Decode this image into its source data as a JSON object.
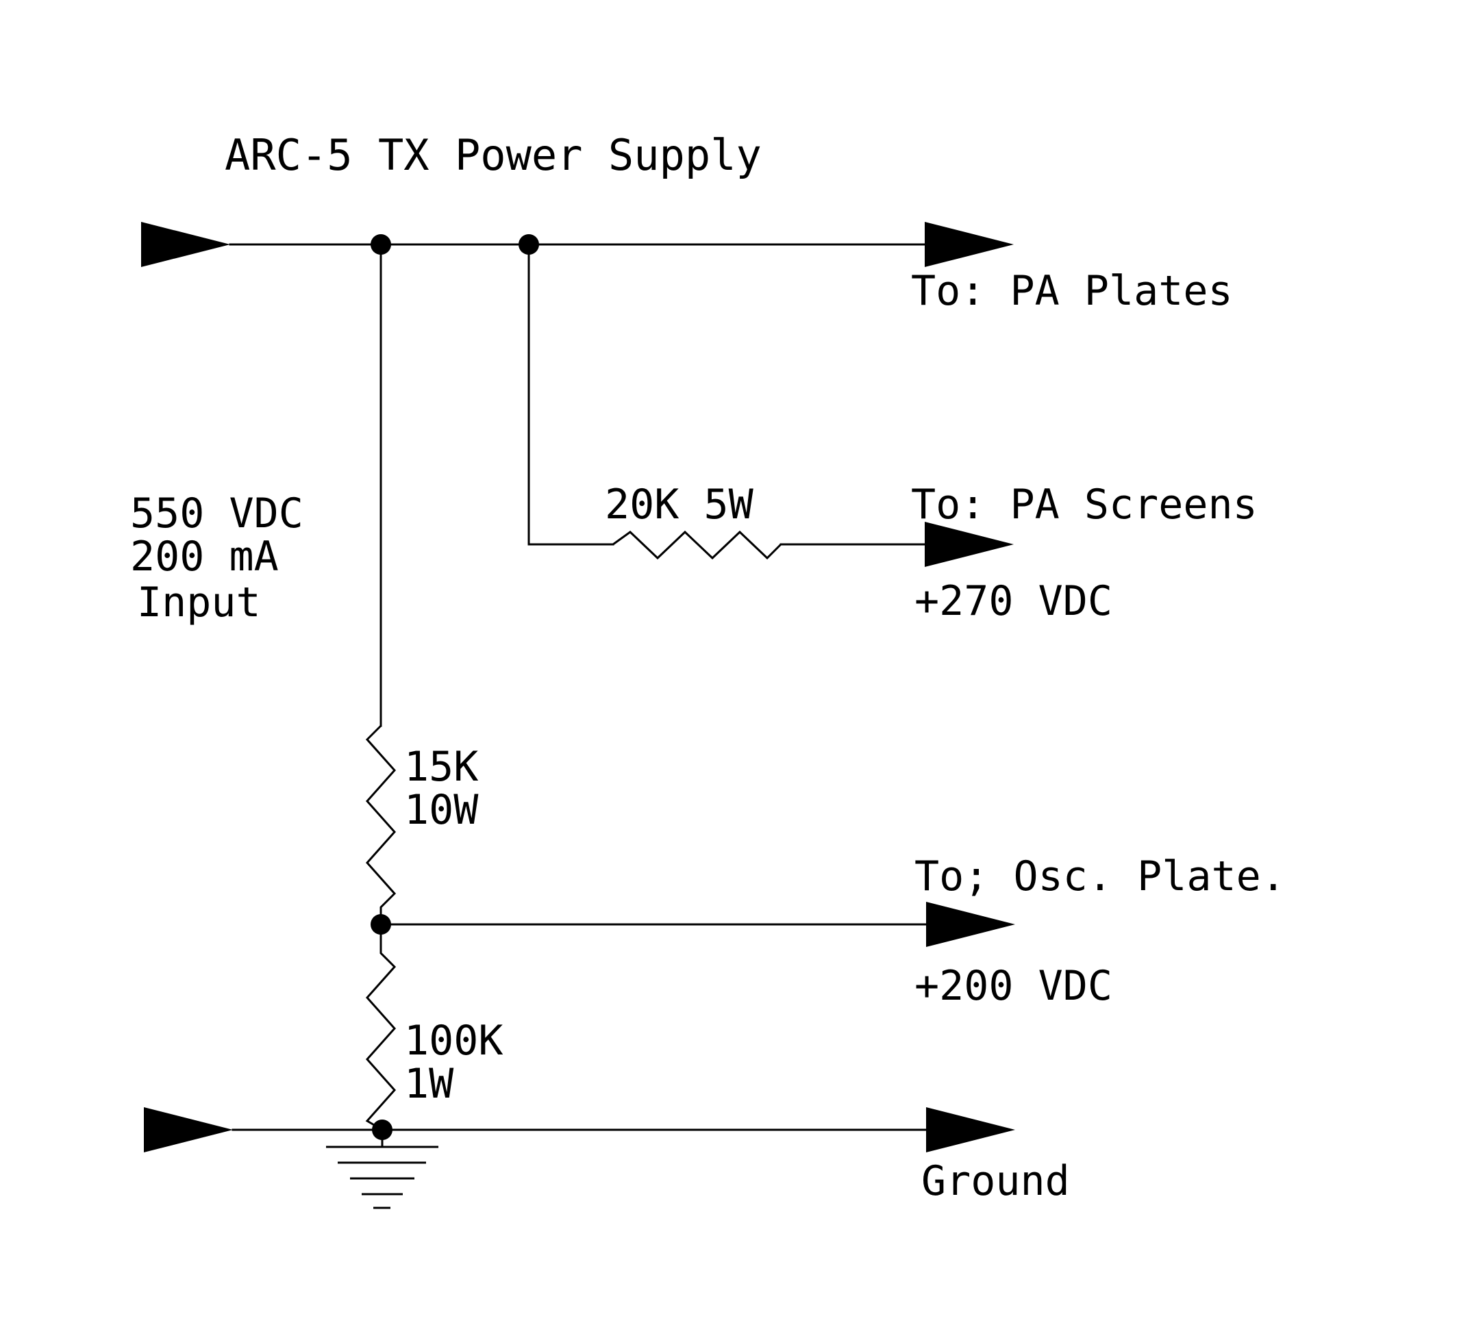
{
  "title": "ARC-5 TX Power Supply",
  "input_label": [
    "550 VDC",
    "200 mA",
    "Input"
  ],
  "outputs": {
    "pa_plates": "To: PA Plates",
    "pa_screens": "To: PA Screens",
    "pa_screens_voltage": "+270 VDC",
    "osc_plate": "To; Osc. Plate.",
    "osc_plate_voltage": "+200 VDC",
    "ground": "Ground"
  },
  "resistors": {
    "r_screen": "20K 5W",
    "r_upper": [
      "15K",
      "10W"
    ],
    "r_lower": [
      "100K",
      "1W"
    ]
  }
}
